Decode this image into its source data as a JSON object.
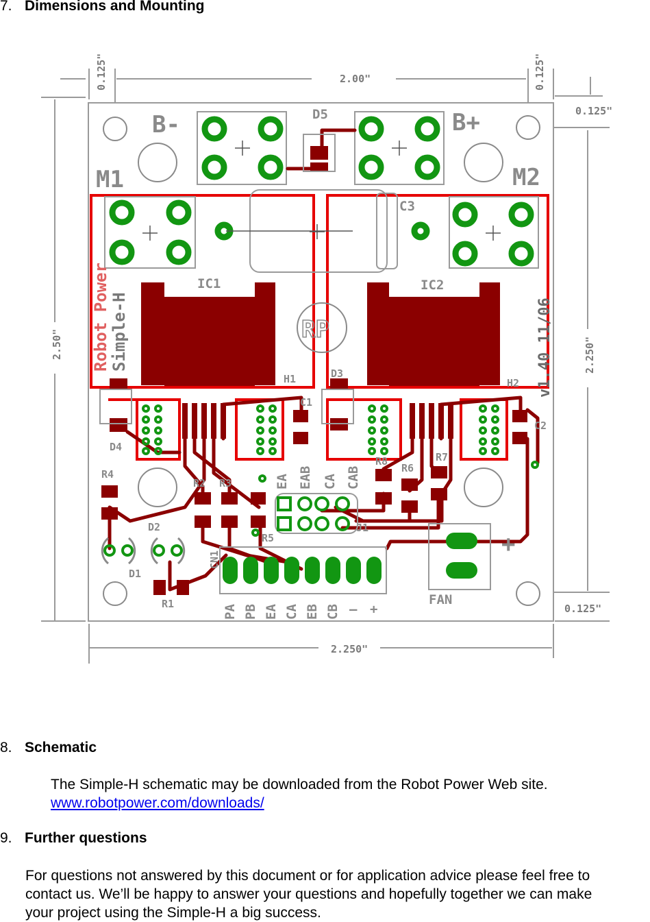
{
  "sections": {
    "dimensions": {
      "number": "7.",
      "title": "Dimensions and Mounting"
    },
    "schematic": {
      "number": "8.",
      "title": "Schematic",
      "text": "The Simple-H schematic may be downloaded from the Robot Power Web site.",
      "link": "www.robotpower.com/downloads/"
    },
    "further": {
      "number": "9.",
      "title": "Further questions",
      "text_lines": [
        "For questions not answered by this document or for application advice please feel free to",
        "contact us.  We’ll be happy to answer your questions and hopefully together we can make",
        "your project using the Simple-H a big success."
      ]
    }
  },
  "board": {
    "dims": {
      "top_left": "0.125\"",
      "top_width": "2.00\"",
      "top_right": "0.125\"",
      "right_top": "0.125\"",
      "left_height": "2.50\"",
      "right_height": "2.250\"",
      "right_bottom": "0.125\"",
      "bottom_width": "2.250\""
    },
    "labels": {
      "b_minus": "B-",
      "b_plus": "B+",
      "m1": "M1",
      "m2": "M2",
      "d5": "D5",
      "c3": "C3",
      "ic1": "IC1",
      "ic2": "IC2",
      "h1": "H1",
      "h2": "H2",
      "d3": "D3",
      "c1": "C1",
      "c2": "C2",
      "d4": "D4",
      "r4": "R4",
      "r2": "R2",
      "r3": "R3",
      "r5": "R5",
      "r6": "R6",
      "r7": "R7",
      "r8": "R8",
      "d2": "D2",
      "d1": "D1",
      "r1": "R1",
      "cn1": "CN1",
      "j1": "J1",
      "fan": "FAN",
      "plus": "+",
      "ea": "EA",
      "eab": "EAB",
      "ca": "CA",
      "cab": "CAB",
      "brand_line1": "Robot Power",
      "brand_line2": "Simple-H",
      "version": "v1.40  11/06",
      "logo": "RP",
      "pins": [
        "PA",
        "PB",
        "EA",
        "CA",
        "EB",
        "CB",
        "–",
        "+"
      ]
    }
  }
}
